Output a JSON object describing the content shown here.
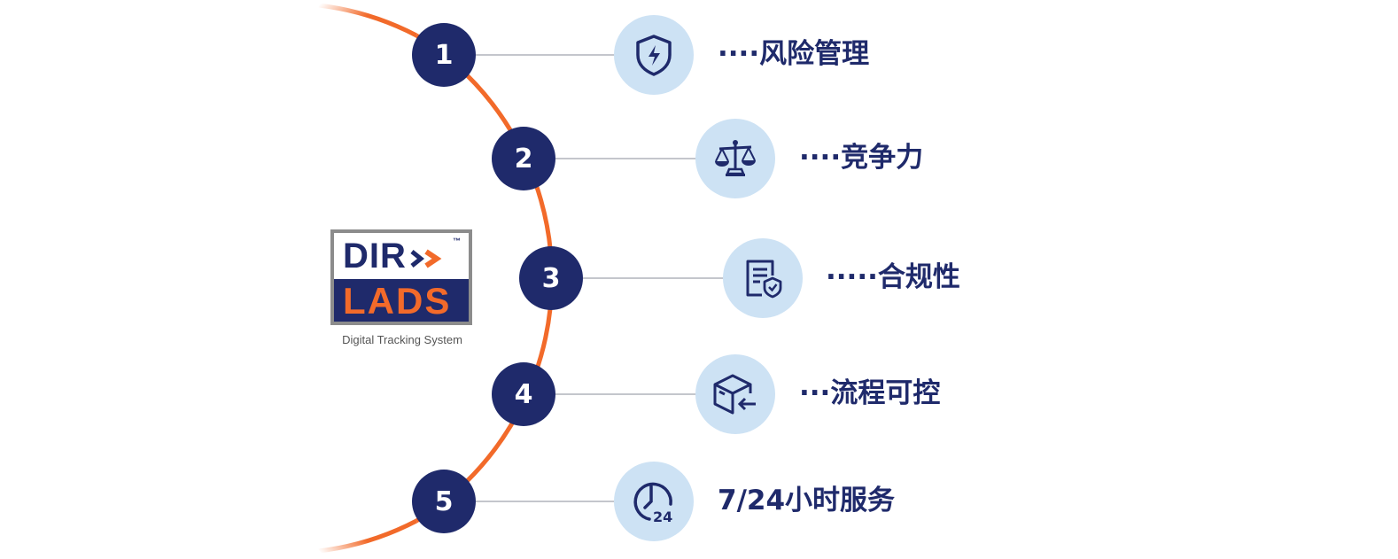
{
  "logo": {
    "top_text": "DIR",
    "bottom_text": "LADS",
    "trademark": "™",
    "caption": "Digital Tracking System",
    "colors": {
      "navy": "#1f2a6b",
      "orange": "#f26a2a",
      "frame": "#8c8c8c"
    }
  },
  "colors": {
    "arc": "#f26a2a",
    "number_circle": "#1f2a6b",
    "icon_circle": "#cde2f4",
    "icon_stroke": "#1f2a6b",
    "label": "#1f2a6b",
    "connector": "#c4c6cc"
  },
  "items": [
    {
      "number": "1",
      "icon": "shield-lightning-icon",
      "label": "····风险管理"
    },
    {
      "number": "2",
      "icon": "balance-scale-icon",
      "label": "····竞争力"
    },
    {
      "number": "3",
      "icon": "document-shield-check-icon",
      "label": "·····合规性"
    },
    {
      "number": "4",
      "icon": "box-arrow-in-icon",
      "label": "···流程可控"
    },
    {
      "number": "5",
      "icon": "clock-24-icon",
      "label": "7/24小时服务"
    }
  ]
}
